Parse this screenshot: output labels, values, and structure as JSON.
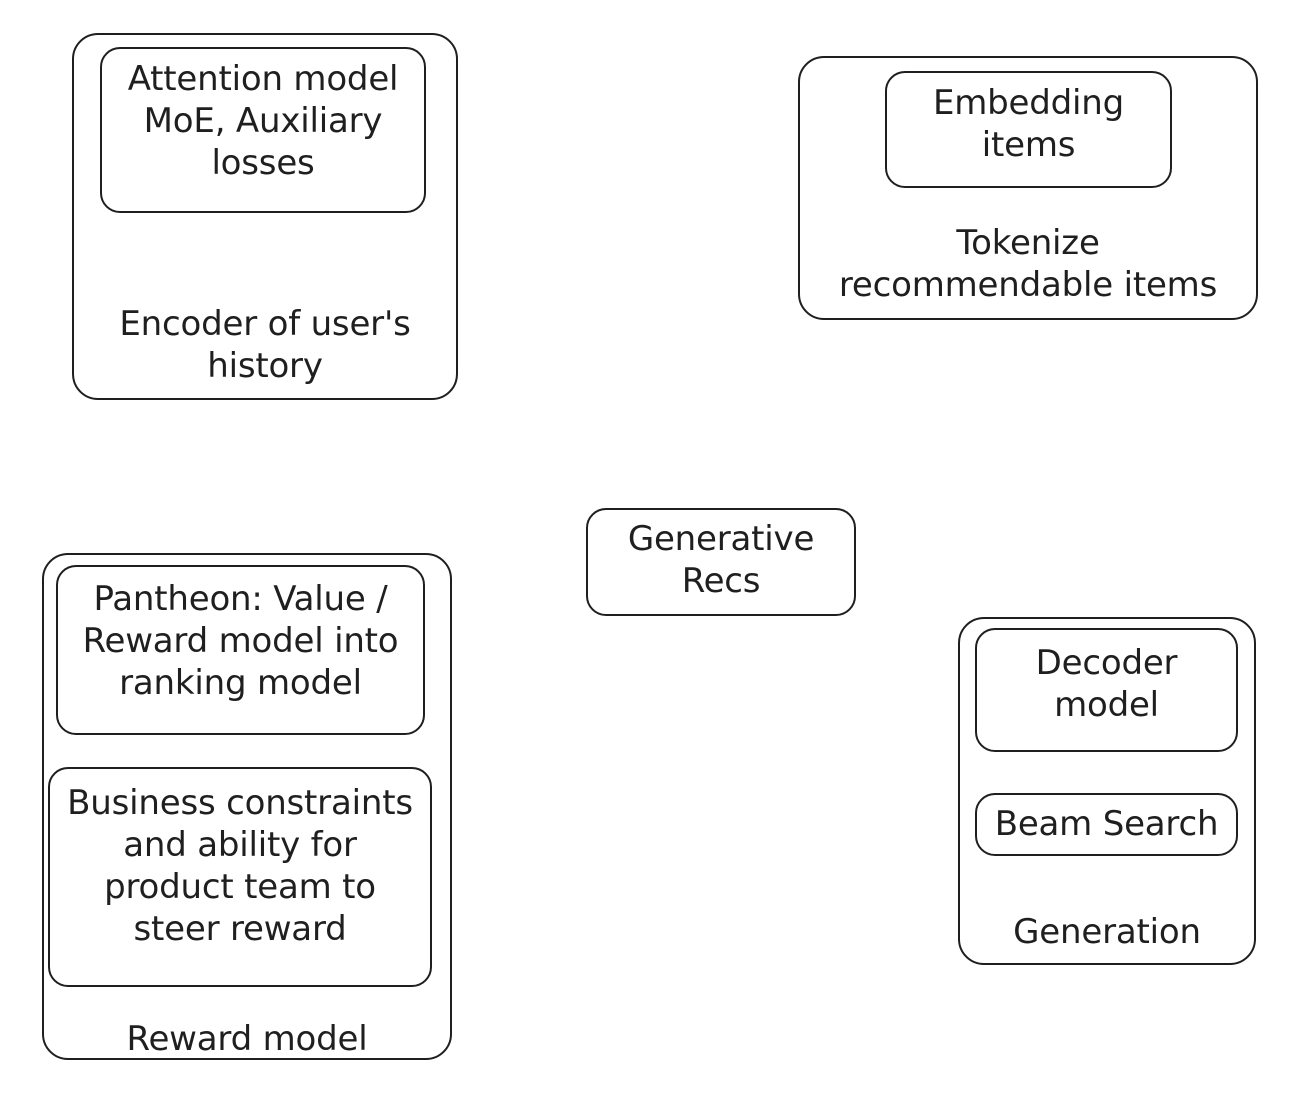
{
  "diagram": {
    "title": "Generative Recs",
    "type": "block-diagram",
    "background_color": "#ffffff",
    "stroke_color": "#1f1f1f",
    "text_color": "#1f1f1f",
    "nodes": [
      {
        "id": "encoder",
        "label": "Encoder of user's\nhistory",
        "children": [
          {
            "id": "attention",
            "label": "Attention model\nMoE, Auxiliary\nlosses"
          }
        ]
      },
      {
        "id": "tokenize",
        "label": "Tokenize\nrecommendable items",
        "children": [
          {
            "id": "embedding",
            "label": "Embedding\nitems"
          }
        ]
      },
      {
        "id": "generative_recs",
        "label": "Generative\nRecs",
        "children": []
      },
      {
        "id": "reward",
        "label": "Reward model",
        "children": [
          {
            "id": "pantheon",
            "label": "Pantheon: Value /\nReward model into\nranking model"
          },
          {
            "id": "business",
            "label": "Business constraints\nand ability for\nproduct team to\nsteer reward"
          }
        ]
      },
      {
        "id": "generation",
        "label": "Generation",
        "children": [
          {
            "id": "decoder",
            "label": "Decoder\nmodel"
          },
          {
            "id": "beam",
            "label": "Beam Search"
          }
        ]
      }
    ]
  }
}
